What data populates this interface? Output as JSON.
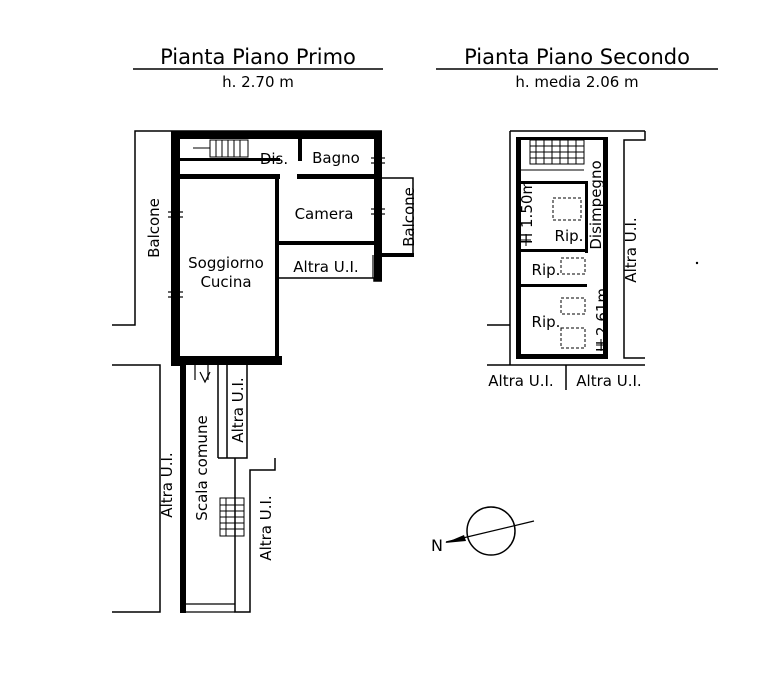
{
  "first_floor": {
    "title": "Pianta Piano Primo",
    "height": "h. 2.70 m",
    "rooms": {
      "dis": "Dis.",
      "bagno": "Bagno",
      "camera": "Camera",
      "soggiorno_line1": "Soggiorno",
      "soggiorno_line2": "Cucina",
      "balcone_left": "Balcone",
      "balcone_right": "Balcone",
      "altra_ui_bottom": "Altra U.I.",
      "altra_ui_left": "Altra U.I.",
      "altra_ui_stair_right": "Altra U.I.",
      "altra_ui_far_right": "Altra U.I.",
      "scala_comune": "Scala comune"
    }
  },
  "second_floor": {
    "title": "Pianta Piano Secondo",
    "height": "h. media 2.06 m",
    "rooms": {
      "rip_top": "Rip.",
      "rip_middle": "Rip.",
      "rip_bottom": "Rip.",
      "disimpegno": "Disimpegno",
      "altra_ui_right": "Altra U.I.",
      "altra_ui_bottom_left": "Altra U.I.",
      "altra_ui_bottom_right": "Altra U.I.",
      "h_top": "H 1.50m",
      "h_bottom": "H 2.61m"
    }
  },
  "compass": {
    "label": "N"
  }
}
